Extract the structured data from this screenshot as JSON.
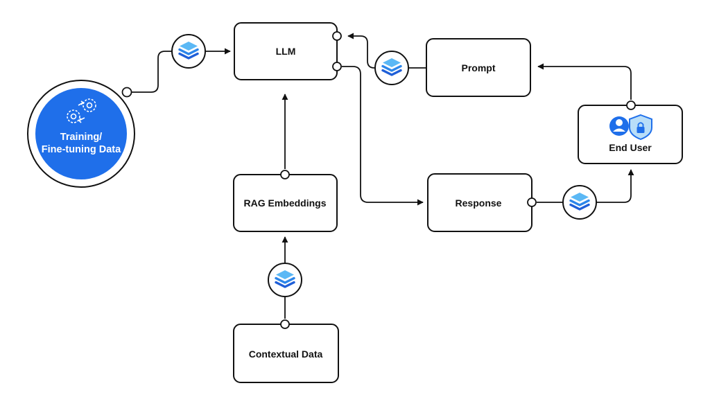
{
  "diagram": {
    "nodes": {
      "training": {
        "label_line1": "Training/",
        "label_line2": "Fine-tuning Data",
        "icon": "gears-icon"
      },
      "llm": {
        "label": "LLM"
      },
      "prompt": {
        "label": "Prompt"
      },
      "end_user": {
        "label": "End User",
        "icons": [
          "user-icon",
          "shield-lock-icon"
        ]
      },
      "rag": {
        "label": "RAG Embeddings"
      },
      "response": {
        "label": "Response"
      },
      "contextual": {
        "label": "Contextual Data"
      }
    },
    "edges": [
      {
        "from": "training",
        "to": "llm",
        "badge": "layers-icon"
      },
      {
        "from": "prompt",
        "to": "llm",
        "badge": "layers-icon"
      },
      {
        "from": "end_user",
        "to": "prompt"
      },
      {
        "from": "rag",
        "to": "llm"
      },
      {
        "from": "contextual",
        "to": "rag",
        "badge": "layers-icon"
      },
      {
        "from": "llm",
        "to": "response"
      },
      {
        "from": "response",
        "to": "end_user",
        "badge": "layers-icon"
      }
    ],
    "colors": {
      "accent_blue": "#1f6fea",
      "light_blue": "#5bb8f5",
      "outline": "#111111",
      "background": "#ffffff"
    }
  }
}
